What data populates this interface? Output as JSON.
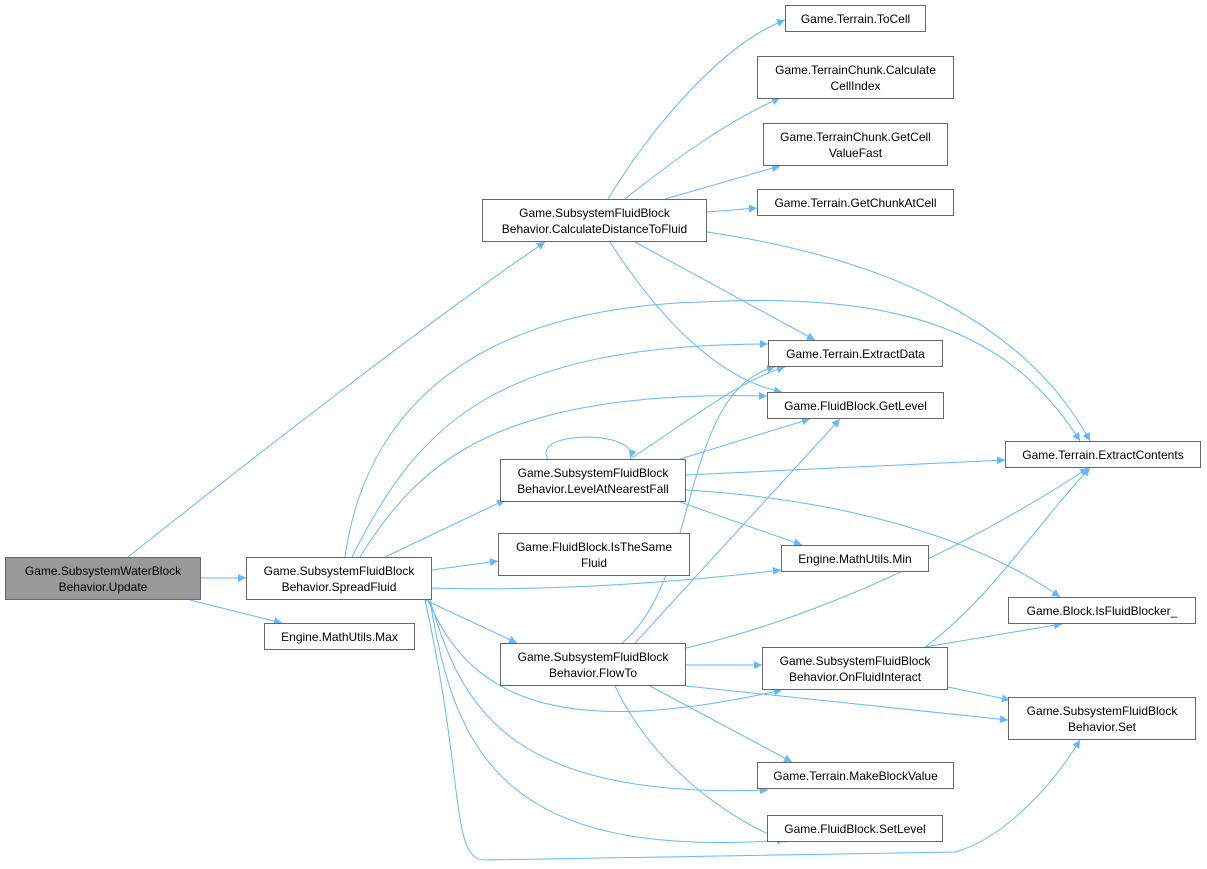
{
  "nodes": {
    "update": {
      "l1": "Game.SubsystemWaterBlock",
      "l2": "Behavior.Update"
    },
    "spread": {
      "l1": "Game.SubsystemFluidBlock",
      "l2": "Behavior.SpreadFluid"
    },
    "max": {
      "l1": "Engine.MathUtils.Max"
    },
    "calcDist": {
      "l1": "Game.SubsystemFluidBlock",
      "l2": "Behavior.CalculateDistanceToFluid"
    },
    "toCell": {
      "l1": "Game.Terrain.ToCell"
    },
    "calcCellIndex": {
      "l1": "Game.TerrainChunk.Calculate",
      "l2": "CellIndex"
    },
    "getCellValueFast": {
      "l1": "Game.TerrainChunk.GetCell",
      "l2": "ValueFast"
    },
    "getChunkAtCell": {
      "l1": "Game.Terrain.GetChunkAtCell"
    },
    "extractData": {
      "l1": "Game.Terrain.ExtractData"
    },
    "getLevel": {
      "l1": "Game.FluidBlock.GetLevel"
    },
    "extractContents": {
      "l1": "Game.Terrain.ExtractContents"
    },
    "levelAtNearestFall": {
      "l1": "Game.SubsystemFluidBlock",
      "l2": "Behavior.LevelAtNearestFall"
    },
    "isTheSame": {
      "l1": "Game.FluidBlock.IsTheSame",
      "l2": "Fluid"
    },
    "mathMin": {
      "l1": "Engine.MathUtils.Min"
    },
    "isFluidBlocker": {
      "l1": "Game.Block.IsFluidBlocker_"
    },
    "flowTo": {
      "l1": "Game.SubsystemFluidBlock",
      "l2": "Behavior.FlowTo"
    },
    "onFluidInteract": {
      "l1": "Game.SubsystemFluidBlock",
      "l2": "Behavior.OnFluidInteract"
    },
    "set": {
      "l1": "Game.SubsystemFluidBlock",
      "l2": "Behavior.Set"
    },
    "makeBlockValue": {
      "l1": "Game.Terrain.MakeBlockValue"
    },
    "setLevel": {
      "l1": "Game.FluidBlock.SetLevel"
    }
  },
  "colors": {
    "edge": "#63b8ff",
    "root_fill": "#999999",
    "border": "#666666"
  }
}
